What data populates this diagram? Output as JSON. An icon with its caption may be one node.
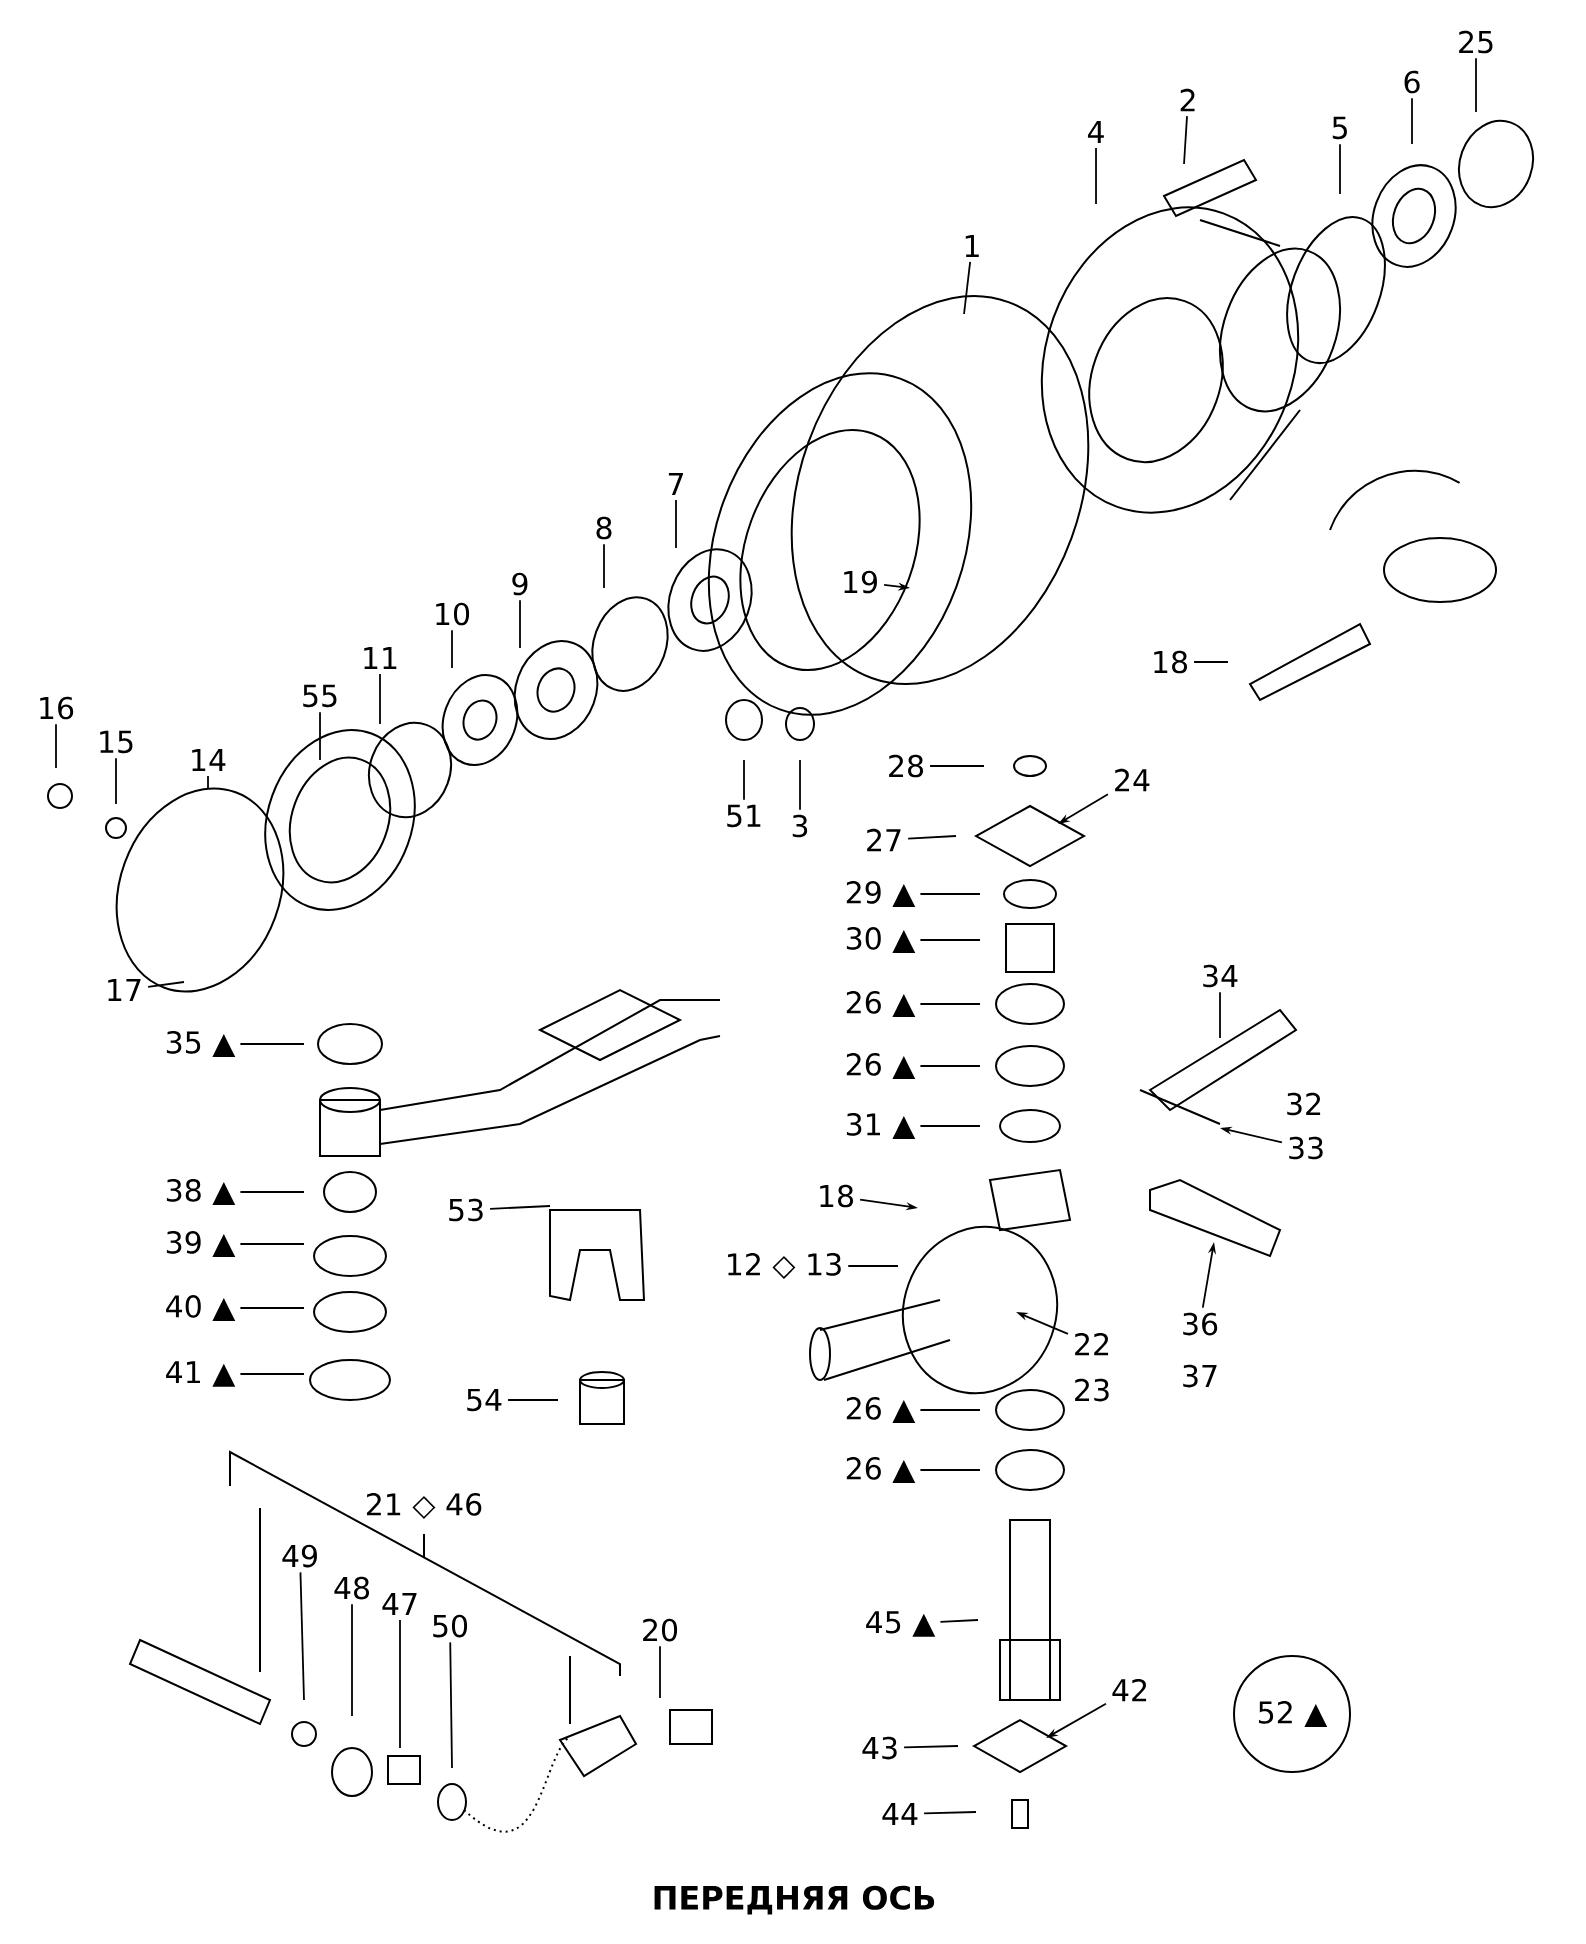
{
  "diagram": {
    "caption": "ПЕРЕДНЯЯ ОСЬ",
    "nodes": [
      {
        "text": [
          "25"
        ]
      },
      {
        "text": [
          "6"
        ]
      },
      {
        "text": [
          "2"
        ]
      },
      {
        "text": [
          "5"
        ]
      },
      {
        "text": [
          "4"
        ]
      },
      {
        "text": [
          "1"
        ]
      },
      {
        "text": [
          "7"
        ]
      },
      {
        "text": [
          "8"
        ]
      },
      {
        "text": [
          "19"
        ]
      },
      {
        "text": [
          "9"
        ]
      },
      {
        "text": [
          "10"
        ]
      },
      {
        "text": [
          "11"
        ]
      },
      {
        "text": [
          "18"
        ]
      },
      {
        "text": [
          "55"
        ]
      },
      {
        "text": [
          "16"
        ]
      },
      {
        "text": [
          "15"
        ]
      },
      {
        "text": [
          "14"
        ]
      },
      {
        "text": [
          "28"
        ]
      },
      {
        "text": [
          "51"
        ]
      },
      {
        "text": [
          "3"
        ]
      },
      {
        "text": [
          "24"
        ]
      },
      {
        "text": [
          "27"
        ]
      },
      {
        "text": [
          "29 ▲"
        ]
      },
      {
        "text": [
          "30 ▲"
        ]
      },
      {
        "text": [
          "17"
        ]
      },
      {
        "text": [
          "26 ▲"
        ]
      },
      {
        "text": [
          "34"
        ]
      },
      {
        "text": [
          "35 ▲"
        ]
      },
      {
        "text": [
          "26 ▲"
        ]
      },
      {
        "text": [
          "31 ▲"
        ]
      },
      {
        "text": [
          "33"
        ]
      },
      {
        "text": [
          "38 ▲"
        ]
      },
      {
        "text": [
          "18"
        ]
      },
      {
        "text": [
          "53"
        ]
      },
      {
        "text": [
          "39 ▲"
        ]
      },
      {
        "text": [
          "12 ◇ 13"
        ]
      },
      {
        "text": [
          "40 ▲"
        ]
      },
      {
        "text": [
          "36"
        ]
      },
      {
        "text": [
          "22"
        ]
      },
      {
        "text": [
          "41 ▲"
        ]
      },
      {
        "text": [
          "54"
        ]
      },
      {
        "text": [
          "26 ▲"
        ]
      },
      {
        "text": [
          "26 ▲"
        ]
      },
      {
        "text": [
          "45 ▲"
        ]
      },
      {
        "text": [
          "20"
        ]
      },
      {
        "text": [
          "49"
        ]
      },
      {
        "text": [
          "48"
        ]
      },
      {
        "text": [
          "47"
        ]
      },
      {
        "text": [
          "50"
        ]
      },
      {
        "text": [
          "42"
        ]
      },
      {
        "text": [
          "43"
        ]
      },
      {
        "text": [
          "52 ▲"
        ]
      },
      {
        "text": [
          "44"
        ]
      }
    ],
    "edges": [
      {
        "from": 0,
        "to": null,
        "arrow": "none"
      },
      {
        "from": 1,
        "to": null,
        "arrow": "none"
      },
      {
        "from": 2,
        "to": null,
        "arrow": "none"
      },
      {
        "from": 3,
        "to": null,
        "arrow": "none"
      },
      {
        "from": 4,
        "to": null,
        "arrow": "none"
      },
      {
        "from": 5,
        "to": null,
        "arrow": "none"
      },
      {
        "from": 6,
        "to": null,
        "arrow": "none"
      },
      {
        "from": 7,
        "to": null,
        "arrow": "none"
      },
      {
        "from": 8,
        "to": null,
        "arrow": "to"
      },
      {
        "from": 9,
        "to": null,
        "arrow": "none"
      },
      {
        "from": 10,
        "to": null,
        "arrow": "none"
      },
      {
        "from": 11,
        "to": null,
        "arrow": "none"
      },
      {
        "from": 12,
        "to": null,
        "arrow": "none"
      },
      {
        "from": 13,
        "to": null,
        "arrow": "none"
      },
      {
        "from": 14,
        "to": null,
        "arrow": "none"
      },
      {
        "from": 15,
        "to": null,
        "arrow": "none"
      },
      {
        "from": 16,
        "to": null,
        "arrow": "none"
      },
      {
        "from": 17,
        "to": null,
        "arrow": "none"
      },
      {
        "from": 18,
        "to": null,
        "arrow": "none"
      },
      {
        "from": 19,
        "to": null,
        "arrow": "none"
      },
      {
        "from": 20,
        "to": null,
        "arrow": "to"
      },
      {
        "from": 21,
        "to": null,
        "arrow": "none"
      },
      {
        "from": 22,
        "to": null,
        "arrow": "none"
      },
      {
        "from": 23,
        "to": null,
        "arrow": "none"
      },
      {
        "from": 24,
        "to": null,
        "arrow": "none"
      },
      {
        "from": 25,
        "to": null,
        "arrow": "none"
      },
      {
        "from": 26,
        "to": null,
        "arrow": "none"
      },
      {
        "from": 27,
        "to": null,
        "arrow": "none"
      },
      {
        "from": 28,
        "to": null,
        "arrow": "none"
      },
      {
        "from": 29,
        "to": null,
        "arrow": "none"
      },
      {
        "from": 30,
        "to": null,
        "arrow": "to"
      },
      {
        "from": 31,
        "to": null,
        "arrow": "none"
      },
      {
        "from": 32,
        "to": null,
        "arrow": "to"
      },
      {
        "from": 33,
        "to": null,
        "arrow": "none"
      },
      {
        "from": 34,
        "to": null,
        "arrow": "none"
      },
      {
        "from": 35,
        "to": null,
        "arrow": "none"
      },
      {
        "from": 36,
        "to": null,
        "arrow": "none"
      },
      {
        "from": 37,
        "to": null,
        "arrow": "to"
      },
      {
        "from": 38,
        "to": null,
        "arrow": "to"
      },
      {
        "from": 39,
        "to": null,
        "arrow": "none"
      },
      {
        "from": 40,
        "to": null,
        "arrow": "none"
      },
      {
        "from": 41,
        "to": null,
        "arrow": "none"
      },
      {
        "from": 42,
        "to": null,
        "arrow": "none"
      },
      {
        "from": 43,
        "to": null,
        "arrow": "none"
      },
      {
        "from": 44,
        "to": null,
        "arrow": "none"
      },
      {
        "from": 45,
        "to": null,
        "arrow": "none"
      },
      {
        "from": 46,
        "to": null,
        "arrow": "none"
      },
      {
        "from": 47,
        "to": null,
        "arrow": "none"
      },
      {
        "from": 48,
        "to": null,
        "arrow": "none"
      },
      {
        "from": 49,
        "to": null,
        "arrow": "to"
      },
      {
        "from": 50,
        "to": null,
        "arrow": "none"
      },
      {
        "from": 52,
        "to": null,
        "arrow": "none"
      }
    ],
    "labels": [
      "32",
      "37",
      "23",
      "21 ◇ 46"
    ]
  }
}
